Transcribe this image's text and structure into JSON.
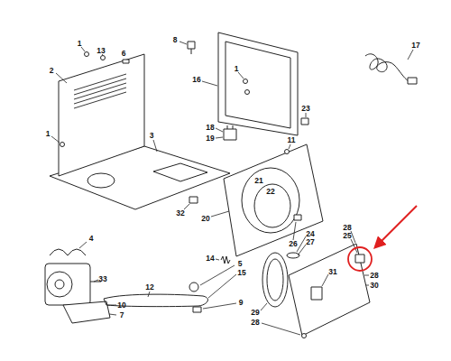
{
  "diagram": {
    "labels": [
      "8",
      "1",
      "17",
      "13",
      "6",
      "1",
      "2",
      "16",
      "23",
      "18",
      "1",
      "3",
      "19",
      "11",
      "21",
      "22",
      "32",
      "20",
      "28",
      "24",
      "25",
      "26",
      "4",
      "27",
      "14",
      "5",
      "15",
      "31",
      "28",
      "33",
      "30",
      "12",
      "9",
      "10",
      "29",
      "7",
      "28"
    ]
  }
}
